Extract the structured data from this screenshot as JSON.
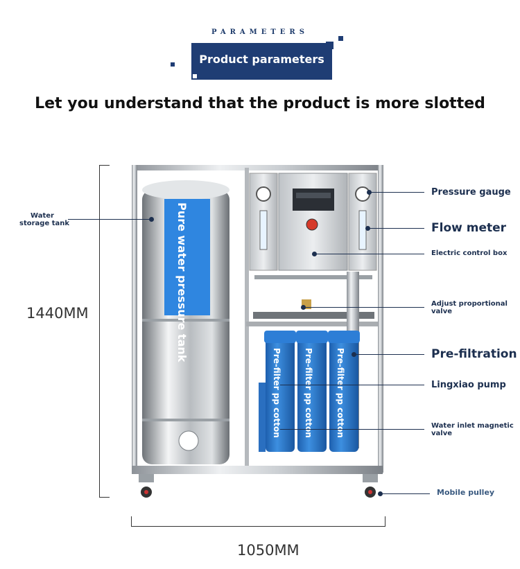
{
  "header": {
    "kicker": "PARAMETERS",
    "banner": "Product parameters",
    "headline": "Let you understand that the product is more slotted"
  },
  "dimensions": {
    "height": "1440MM",
    "width": "1050MM"
  },
  "machine": {
    "tank_label": "Pure water pressure tank",
    "filter_label": "Pre-filter pp cotton"
  },
  "labels": {
    "water_storage_tank_line1": "Water",
    "water_storage_tank_line2": "storage tank",
    "pressure_gauge": "Pressure gauge",
    "flow_meter": "Flow meter",
    "electric_control_box": "Electric control box",
    "adjust_valve_line1": "Adjust proportional",
    "adjust_valve_line2": "valve",
    "pre_filtration": "Pre-filtration",
    "lingxiao_pump": "Lingxiao pump",
    "inlet_valve_line1": "Water inlet magnetic",
    "inlet_valve_line2": "valve",
    "mobile_pulley": "Mobile pulley"
  },
  "colors": {
    "brand_navy": "#1f3d74",
    "filter_blue": "#2a7fd4",
    "label_blue": "#2f86e0"
  }
}
